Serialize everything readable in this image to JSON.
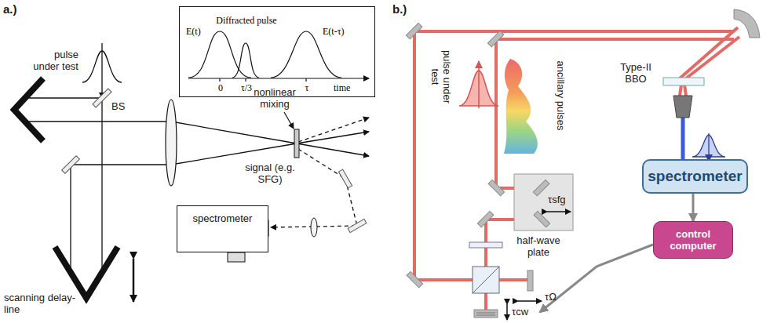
{
  "diagram": {
    "nodes": [
      {
        "text": [
          "E(t)",
          "Diffracted pulse",
          "E(t-τ)",
          "0",
          "τ/3",
          "τ",
          "time"
        ]
      },
      {
        "text": [
          "spectrometer"
        ]
      },
      {
        "text": [
          "spectrometer"
        ]
      },
      {
        "text": [
          "control computer"
        ]
      }
    ],
    "edges": [
      {
        "from": 2,
        "to": 3,
        "arrow": "to"
      }
    ],
    "labels": [
      "a.)",
      "pulse under test",
      "BS",
      "nonlinear mixing",
      "signal (e.g. SFG)",
      "scanning delay-line",
      "b.)",
      "pulse under test",
      "ancillary pulses",
      "Type-II BBO",
      "τsfg",
      "half-wave plate",
      "τΩ",
      "τcw"
    ]
  }
}
